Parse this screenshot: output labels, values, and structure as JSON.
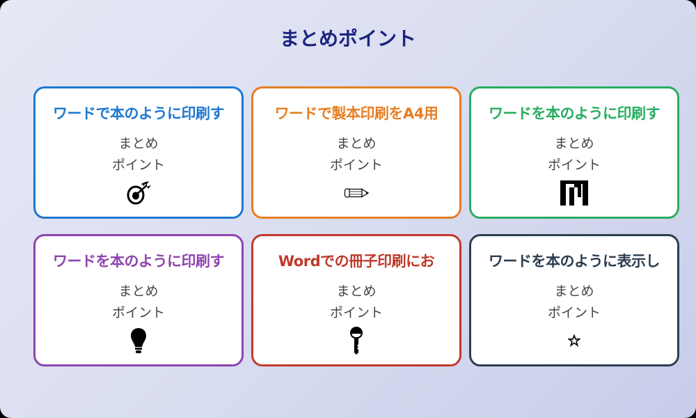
{
  "page": {
    "title": "まとめポイント"
  },
  "cards": [
    {
      "title": "ワードで本のように印刷す",
      "line1": "まとめ",
      "line2": "ポイント",
      "icon": "target-icon",
      "color": "#1e78d0"
    },
    {
      "title": "ワードで製本印刷をA4用",
      "line1": "まとめ",
      "line2": "ポイント",
      "icon": "pencil-icon",
      "color": "#e67e22"
    },
    {
      "title": "ワードを本のように印刷す",
      "line1": "まとめ",
      "line2": "ポイント",
      "icon": "bar-chart-icon",
      "color": "#27ae60"
    },
    {
      "title": "ワードを本のように印刷す",
      "line1": "まとめ",
      "line2": "ポイント",
      "icon": "lightbulb-icon",
      "color": "#8e44ad"
    },
    {
      "title": "Wordでの冊子印刷にお",
      "line1": "まとめ",
      "line2": "ポイント",
      "icon": "key-icon",
      "color": "#c0392b"
    },
    {
      "title": "ワードを本のように表示し",
      "line1": "まとめ",
      "line2": "ポイント",
      "icon": "star-icon",
      "color": "#2c3e50"
    }
  ]
}
